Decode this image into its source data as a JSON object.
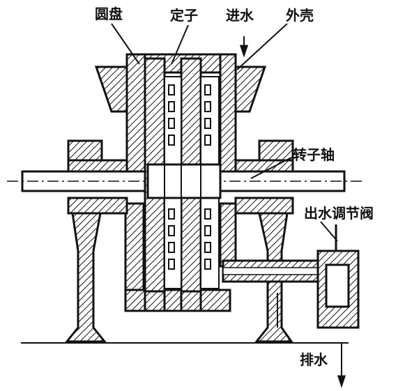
{
  "labels": {
    "disc": "圆盘",
    "stator": "定子",
    "water_in": "进水",
    "housing": "外壳",
    "rotor_shaft": "转子轴",
    "outlet_valve": "出水调节阀",
    "drain": "排水"
  },
  "colors": {
    "ink": "#111111",
    "paper": "#ffffff"
  }
}
